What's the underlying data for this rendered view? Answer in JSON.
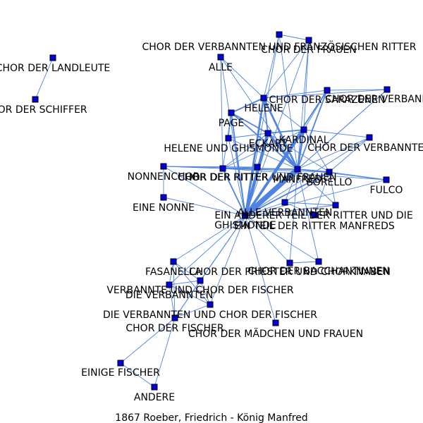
{
  "caption": "1867  Roeber,  Friedrich  -  König  Manfred",
  "colors": {
    "node_fill": "#0000e0",
    "node_stroke": "#000000",
    "edge": "#4f83e3",
    "background": "#ffffff"
  },
  "nodes": [
    {
      "id": "landleute",
      "label": "CHOR DER LANDLEUTE"
    },
    {
      "id": "schiffer",
      "label": "CHOR DER SCHIFFER"
    },
    {
      "id": "franz",
      "label": "CHOR DER VERBANNTEN UND FRANZÖSISCHEN RITTER"
    },
    {
      "id": "frauen",
      "label": "CHOR DER FRAUEN"
    },
    {
      "id": "alle",
      "label": "ALLE"
    },
    {
      "id": "sarazenen",
      "label": "CHOR DER SARAZENEN"
    },
    {
      "id": "verbann_r",
      "label": "CHOR DER VERBANNTEN"
    },
    {
      "id": "helene",
      "label": "HELENE"
    },
    {
      "id": "page",
      "label": "PAGE"
    },
    {
      "id": "eckart",
      "label": "ECKART"
    },
    {
      "id": "kardinal",
      "label": "KARDINAL"
    },
    {
      "id": "verbannten_m",
      "label": "CHOR DER VERBANNTEN"
    },
    {
      "id": "helghis",
      "label": "HELENE UND GHISMONDE"
    },
    {
      "id": "nonnen",
      "label": "NONNENCHOR"
    },
    {
      "id": "ritter",
      "label": "CHOR DER RITTER"
    },
    {
      "id": "ritterfrauen",
      "label": "CHOR DER RITTER UND FRAUEN"
    },
    {
      "id": "manfred",
      "label": "MANFRED"
    },
    {
      "id": "borello",
      "label": "BORELLO"
    },
    {
      "id": "fulco",
      "label": "FULCO"
    },
    {
      "id": "nonne",
      "label": "EINE NONNE"
    },
    {
      "id": "alleverb",
      "label": "ALLE VERBANNTEN"
    },
    {
      "id": "anderer",
      "label": "EIN ANDERER TEIL DER RITTER UND DIE"
    },
    {
      "id": "ghismonde",
      "label": "GHISMONDE"
    },
    {
      "id": "einteil",
      "label": "EIN TEIL DER RITTER MANFREDS"
    },
    {
      "id": "priester",
      "label": "CHOR DER PRIESTER UND CHORKNABEN"
    },
    {
      "id": "bacchant",
      "label": "CHOR DER BACCHANTINNEN"
    },
    {
      "id": "fasanella",
      "label": "FASANELLA"
    },
    {
      "id": "verbfisch",
      "label": "VERBANNTE UND CHOR DER FISCHER"
    },
    {
      "id": "dieverb",
      "label": "DIE VERBANNTEN"
    },
    {
      "id": "dieverbfisch",
      "label": "DIE VERBANNTEN UND CHOR DER FISCHER"
    },
    {
      "id": "fischer",
      "label": "CHOR DER FISCHER"
    },
    {
      "id": "maedchen",
      "label": "CHOR DER MÄDCHEN UND FRAUEN"
    },
    {
      "id": "einige",
      "label": "EINIGE FISCHER"
    },
    {
      "id": "andere",
      "label": "ANDERE"
    }
  ],
  "edges": [
    [
      "landleute",
      "schiffer",
      1
    ],
    [
      "ghismonde",
      "manfred",
      8
    ],
    [
      "ghismonde",
      "eckart",
      5
    ],
    [
      "ghismonde",
      "kardinal",
      4
    ],
    [
      "ghismonde",
      "helene",
      3
    ],
    [
      "ghismonde",
      "ritter",
      2
    ],
    [
      "ghismonde",
      "page",
      2
    ],
    [
      "ghismonde",
      "sarazenen",
      2
    ],
    [
      "ghismonde",
      "borello",
      2
    ],
    [
      "ghismonde",
      "alle",
      1
    ],
    [
      "ghismonde",
      "franz",
      1
    ],
    [
      "ghismonde",
      "frauen",
      1
    ],
    [
      "ghismonde",
      "helghis",
      1
    ],
    [
      "ghismonde",
      "nonnen",
      1
    ],
    [
      "ghismonde",
      "nonne",
      1
    ],
    [
      "ghismonde",
      "fulco",
      1
    ],
    [
      "ghismonde",
      "verbann_r",
      1
    ],
    [
      "ghismonde",
      "verbannten_m",
      1
    ],
    [
      "ghismonde",
      "alleverb",
      1
    ],
    [
      "ghismonde",
      "anderer",
      1
    ],
    [
      "ghismonde",
      "einteil",
      1
    ],
    [
      "ghismonde",
      "priester",
      1
    ],
    [
      "ghismonde",
      "bacchant",
      1
    ],
    [
      "ghismonde",
      "fasanella",
      1
    ],
    [
      "ghismonde",
      "verbfisch",
      1
    ],
    [
      "ghismonde",
      "dieverb",
      1
    ],
    [
      "ghismonde",
      "dieverbfisch",
      1
    ],
    [
      "ghismonde",
      "fischer",
      1
    ],
    [
      "ghismonde",
      "maedchen",
      1
    ],
    [
      "manfred",
      "eckart",
      4
    ],
    [
      "manfred",
      "kardinal",
      3
    ],
    [
      "manfred",
      "helene",
      3
    ],
    [
      "manfred",
      "page",
      2
    ],
    [
      "manfred",
      "borello",
      2
    ],
    [
      "manfred",
      "ritter",
      2
    ],
    [
      "manfred",
      "sarazenen",
      2
    ],
    [
      "manfred",
      "alle",
      1
    ],
    [
      "manfred",
      "frauen",
      1
    ],
    [
      "manfred",
      "franz",
      1
    ],
    [
      "manfred",
      "verbann_r",
      1
    ],
    [
      "manfred",
      "verbannten_m",
      1
    ],
    [
      "manfred",
      "fulco",
      1
    ],
    [
      "manfred",
      "alleverb",
      1
    ],
    [
      "manfred",
      "anderer",
      1
    ],
    [
      "manfred",
      "helghis",
      1
    ],
    [
      "manfred",
      "nonnen",
      1
    ],
    [
      "manfred",
      "priester",
      1
    ],
    [
      "manfred",
      "bacchant",
      1
    ],
    [
      "eckart",
      "kardinal",
      2
    ],
    [
      "eckart",
      "helene",
      2
    ],
    [
      "eckart",
      "page",
      2
    ],
    [
      "eckart",
      "ritter",
      1
    ],
    [
      "eckart",
      "helghis",
      1
    ],
    [
      "eckart",
      "borello",
      1
    ],
    [
      "eckart",
      "ritterfrauen",
      1
    ],
    [
      "kardinal",
      "helene",
      1
    ],
    [
      "kardinal",
      "sarazenen",
      1
    ],
    [
      "kardinal",
      "borello",
      1
    ],
    [
      "kardinal",
      "verbannten_m",
      1
    ],
    [
      "kardinal",
      "ritter",
      1
    ],
    [
      "helene",
      "page",
      2
    ],
    [
      "helene",
      "alle",
      1
    ],
    [
      "helene",
      "franz",
      1
    ],
    [
      "helene",
      "frauen",
      1
    ],
    [
      "helene",
      "sarazenen",
      1
    ],
    [
      "helene",
      "verbann_r",
      1
    ],
    [
      "page",
      "helghis",
      1
    ],
    [
      "page",
      "ritter",
      1
    ],
    [
      "alle",
      "ritter",
      1
    ],
    [
      "franz",
      "frauen",
      1
    ],
    [
      "frauen",
      "kardinal",
      1
    ],
    [
      "sarazenen",
      "verbann_r",
      1
    ],
    [
      "ritter",
      "nonnen",
      1
    ],
    [
      "ritter",
      "ritterfrauen",
      1
    ],
    [
      "ritter",
      "borello",
      1
    ],
    [
      "ritter",
      "fulco",
      1
    ],
    [
      "ritter",
      "manfred",
      1
    ],
    [
      "nonnen",
      "nonne",
      1
    ],
    [
      "nonnen",
      "ritterfrauen",
      1
    ],
    [
      "borello",
      "fulco",
      1
    ],
    [
      "borello",
      "alleverb",
      1
    ],
    [
      "borello",
      "anderer",
      1
    ],
    [
      "borello",
      "einteil",
      1
    ],
    [
      "borello",
      "verbannten_m",
      1
    ],
    [
      "alleverb",
      "anderer",
      1
    ],
    [
      "alleverb",
      "einteil",
      1
    ],
    [
      "priester",
      "bacchant",
      1
    ],
    [
      "fasanella",
      "verbfisch",
      1
    ],
    [
      "fasanella",
      "dieverb",
      1
    ],
    [
      "fasanella",
      "dieverbfisch",
      1
    ],
    [
      "fasanella",
      "fischer",
      1
    ],
    [
      "verbfisch",
      "dieverb",
      1
    ],
    [
      "verbfisch",
      "dieverbfisch",
      1
    ],
    [
      "verbfisch",
      "fischer",
      1
    ],
    [
      "dieverb",
      "dieverbfisch",
      1
    ],
    [
      "dieverb",
      "fischer",
      1
    ],
    [
      "dieverbfisch",
      "fischer",
      1
    ],
    [
      "fischer",
      "einige",
      1
    ],
    [
      "fischer",
      "andere",
      1
    ],
    [
      "einige",
      "andere",
      1
    ]
  ]
}
